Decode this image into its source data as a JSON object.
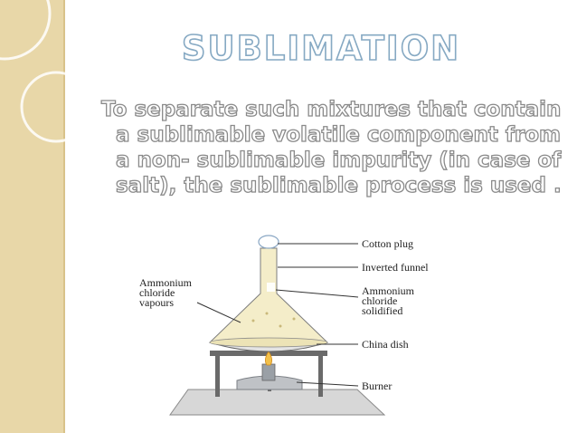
{
  "slide": {
    "title": "SUBLIMATION",
    "body_lines": [
      "To separate such mixtures that contain",
      "a sublimable volatile component from",
      "a non- sublimable impurity (in case of",
      "salt), the sublimable process is used ."
    ]
  },
  "diagram": {
    "labels": {
      "cotton_plug": "Cotton plug",
      "inverted_funnel": "Inverted funnel",
      "solidified_line1": "Ammonium",
      "solidified_line2": "chloride",
      "solidified_line3": "solidified",
      "china_dish": "China dish",
      "burner": "Burner",
      "vapours_line1": "Ammonium",
      "vapours_line2": "chloride",
      "vapours_line3": "vapours"
    }
  },
  "colors": {
    "side_band": "#e8d7a8",
    "title_outline": "#86a9c3",
    "funnel_fill": "#f4edc7"
  }
}
